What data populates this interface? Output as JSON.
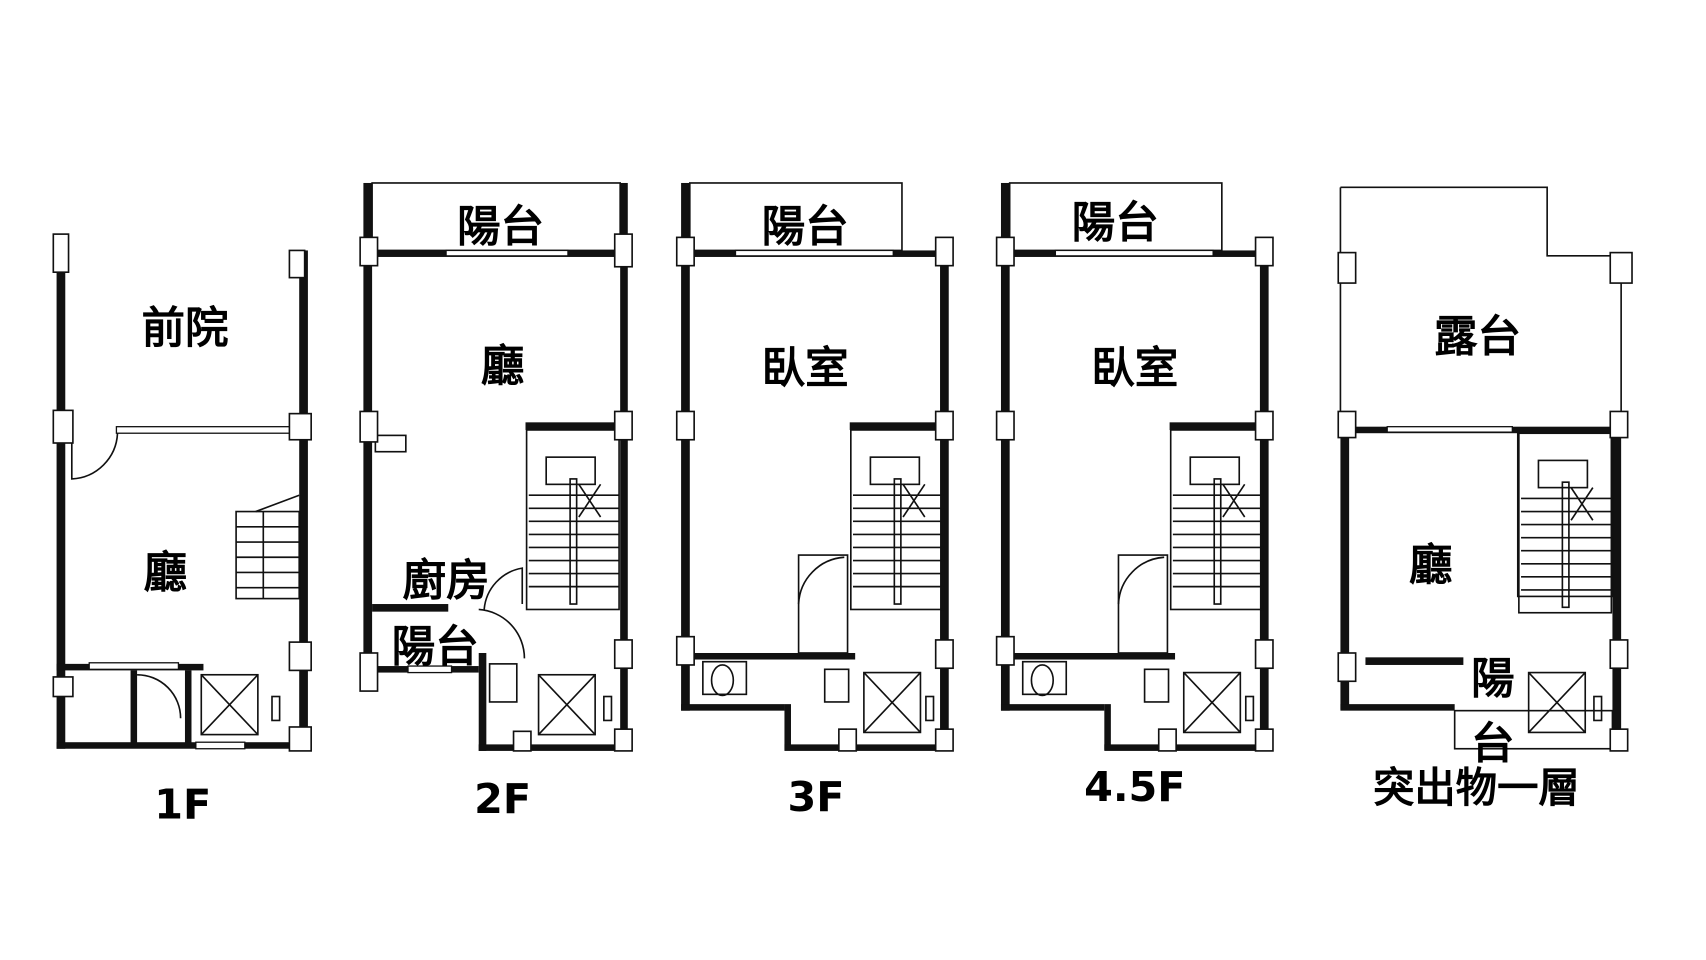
{
  "title": "Floor plans",
  "floors": [
    {
      "name": "1F",
      "rooms": [
        "前院",
        "廳"
      ]
    },
    {
      "name": "2F",
      "rooms": [
        "陽台",
        "廳",
        "廚房",
        "陽台"
      ]
    },
    {
      "name": "3F",
      "rooms": [
        "陽台",
        "臥室"
      ]
    },
    {
      "name": "4.5F",
      "rooms": [
        "陽台",
        "臥室"
      ]
    },
    {
      "name": "突出物一層",
      "rooms": [
        "露台",
        "廳",
        "陽",
        "台"
      ]
    }
  ]
}
